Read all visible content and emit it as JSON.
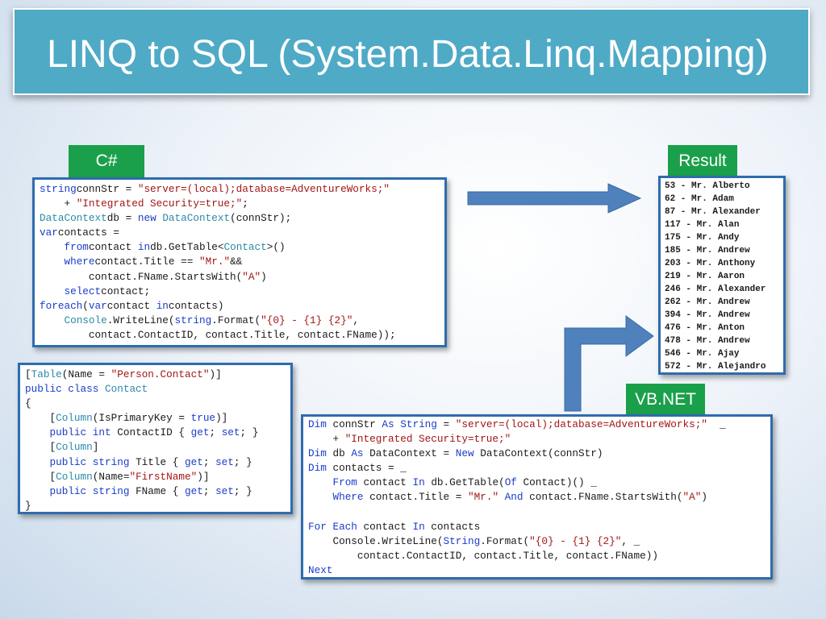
{
  "title": "LINQ to SQL (System.Data.Linq.Mapping)",
  "labels": {
    "csharp": "C#",
    "result": "Result",
    "vbnet": "VB.NET"
  },
  "csharp_code": [
    [
      [
        "kw",
        "string"
      ],
      [
        "",
        "connStr = "
      ],
      [
        "st",
        "\"server=(local);database=AdventureWorks;\""
      ]
    ],
    [
      [
        "",
        "    + "
      ],
      [
        "st",
        "\"Integrated Security=true;\""
      ],
      [
        "",
        ";"
      ]
    ],
    [
      [
        "ty",
        "DataContext"
      ],
      [
        "",
        ""
      ],
      [
        "",
        "db = "
      ],
      [
        "kw",
        "new "
      ],
      [
        "ty",
        "DataContext"
      ],
      [
        "",
        "(connStr);"
      ]
    ],
    [
      [
        "kw",
        "var"
      ],
      [
        "",
        ""
      ],
      [
        "",
        "contacts ="
      ]
    ],
    [
      [
        "",
        "    "
      ],
      [
        "kw",
        "from"
      ],
      [
        "",
        ""
      ],
      [
        "",
        "contact "
      ],
      [
        "kw",
        "in"
      ],
      [
        "",
        ""
      ],
      [
        "",
        "db.GetTable<"
      ],
      [
        "ty",
        "Contact"
      ],
      [
        "",
        ">()"
      ]
    ],
    [
      [
        "",
        "    "
      ],
      [
        "kw",
        "where"
      ],
      [
        "",
        ""
      ],
      [
        "",
        "contact.Title == "
      ],
      [
        "st",
        "\"Mr.\""
      ],
      [
        "",
        ""
      ],
      [
        "",
        "&&"
      ]
    ],
    [
      [
        "",
        "        contact.FName.StartsWith("
      ],
      [
        "st",
        "\"A\""
      ],
      [
        "",
        ")"
      ]
    ],
    [
      [
        "",
        "    "
      ],
      [
        "kw",
        "select"
      ],
      [
        "",
        ""
      ],
      [
        "",
        "contact;"
      ]
    ],
    [
      [
        "kw",
        "foreach"
      ],
      [
        "",
        ""
      ],
      [
        "",
        "("
      ],
      [
        "kw",
        "var"
      ],
      [
        "",
        ""
      ],
      [
        "",
        "contact "
      ],
      [
        "kw",
        "in"
      ],
      [
        "",
        ""
      ],
      [
        "",
        "contacts)"
      ]
    ],
    [
      [
        "",
        "    "
      ],
      [
        "ty",
        "Console"
      ],
      [
        "",
        ".WriteLine("
      ],
      [
        "kw",
        "string"
      ],
      [
        "",
        ".Format("
      ],
      [
        "st",
        "\"{0} - {1} {2}\""
      ],
      [
        "",
        ","
      ]
    ],
    [
      [
        "",
        "        contact.ContactID, contact.Title, contact.FName));"
      ]
    ]
  ],
  "class_code": [
    [
      [
        "",
        "["
      ],
      [
        "ty",
        "Table"
      ],
      [
        "",
        "(Name = "
      ],
      [
        "st",
        "\"Person.Contact\""
      ],
      [
        "",
        ")]"
      ]
    ],
    [
      [
        "kw",
        "public class "
      ],
      [
        "ty",
        "Contact"
      ]
    ],
    [
      [
        "",
        "{"
      ]
    ],
    [
      [
        "",
        "    ["
      ],
      [
        "ty",
        "Column"
      ],
      [
        "",
        "(IsPrimaryKey = "
      ],
      [
        "kw",
        "true"
      ],
      [
        "",
        ")]"
      ]
    ],
    [
      [
        "",
        "    "
      ],
      [
        "kw",
        "public int "
      ],
      [
        "",
        "ContactID { "
      ],
      [
        "kw",
        "get"
      ],
      [
        "",
        "; "
      ],
      [
        "kw",
        "set"
      ],
      [
        "",
        "; }"
      ]
    ],
    [
      [
        "",
        "    ["
      ],
      [
        "ty",
        "Column"
      ],
      [
        "",
        "]"
      ]
    ],
    [
      [
        "",
        "    "
      ],
      [
        "kw",
        "public string "
      ],
      [
        "",
        "Title { "
      ],
      [
        "kw",
        "get"
      ],
      [
        "",
        "; "
      ],
      [
        "kw",
        "set"
      ],
      [
        "",
        "; }"
      ]
    ],
    [
      [
        "",
        "    ["
      ],
      [
        "ty",
        "Column"
      ],
      [
        "",
        "(Name="
      ],
      [
        "st",
        "\"FirstName\""
      ],
      [
        "",
        ")]"
      ]
    ],
    [
      [
        "",
        "    "
      ],
      [
        "kw",
        "public string "
      ],
      [
        "",
        "FName { "
      ],
      [
        "kw",
        "get"
      ],
      [
        "",
        "; "
      ],
      [
        "kw",
        "set"
      ],
      [
        "",
        "; }"
      ]
    ],
    [
      [
        "",
        "}"
      ]
    ]
  ],
  "vb_code": [
    [
      [
        "kw",
        "Dim "
      ],
      [
        "",
        "connStr "
      ],
      [
        "kw",
        "As String "
      ],
      [
        "",
        "= "
      ],
      [
        "st",
        "\"server=(local);database=AdventureWorks;\""
      ],
      [
        "",
        ""
      ],
      [
        "",
        ""
      ],
      [
        "",
        ""
      ],
      [
        "",
        ""
      ],
      [
        "",
        "  _"
      ]
    ],
    [
      [
        "",
        "    + "
      ],
      [
        "st",
        "\"Integrated Security=true;\""
      ]
    ],
    [
      [
        "kw",
        "Dim "
      ],
      [
        "",
        "db "
      ],
      [
        "kw",
        "As "
      ],
      [
        "",
        "DataContext = "
      ],
      [
        "kw",
        "New "
      ],
      [
        "",
        "DataContext(connStr)"
      ]
    ],
    [
      [
        "kw",
        "Dim "
      ],
      [
        "",
        "contacts = _"
      ]
    ],
    [
      [
        "",
        "    "
      ],
      [
        "kw",
        "From "
      ],
      [
        "",
        "contact "
      ],
      [
        "kw",
        "In "
      ],
      [
        "",
        "db.GetTable("
      ],
      [
        "kw",
        "Of "
      ],
      [
        "",
        "Contact)() _"
      ]
    ],
    [
      [
        "",
        "    "
      ],
      [
        "kw",
        "Where "
      ],
      [
        "",
        "contact.Title = "
      ],
      [
        "st",
        "\"Mr.\" "
      ],
      [
        "kw",
        "And "
      ],
      [
        "",
        "contact.FName.StartsWith("
      ],
      [
        "st",
        "\"A\""
      ],
      [
        "",
        ")"
      ]
    ],
    [
      [
        "",
        ""
      ]
    ],
    [
      [
        "kw",
        "For Each "
      ],
      [
        "",
        "contact "
      ],
      [
        "kw",
        "In "
      ],
      [
        "",
        "contacts"
      ]
    ],
    [
      [
        "",
        "    Console.WriteLine("
      ],
      [
        "kw",
        "String"
      ],
      [
        "",
        ".Format("
      ],
      [
        "st",
        "\"{0} - {1} {2}\""
      ],
      [
        "",
        ", _"
      ]
    ],
    [
      [
        "",
        "        contact.ContactID, contact.Title, contact.FName))"
      ]
    ],
    [
      [
        "kw",
        "Next"
      ]
    ]
  ],
  "results": [
    "53 - Mr. Alberto",
    "62 - Mr. Adam",
    "87 - Mr. Alexander",
    "117 - Mr. Alan",
    "175 - Mr. Andy",
    "185 - Mr. Andrew",
    "203 - Mr. Anthony",
    "219 - Mr. Aaron",
    "246 - Mr. Alexander",
    "262 - Mr. Andrew",
    "394 - Mr. Andrew",
    "476 - Mr. Anton",
    "478 - Mr. Andrew",
    "546 - Mr. Ajay",
    "572 - Mr. Alejandro"
  ],
  "colors": {
    "keyword": "#1a3cc8",
    "type": "#2a8aa8",
    "string": "#a31515",
    "accent": "#4faac6",
    "tag": "#1aa04a",
    "border": "#2f6cad",
    "arrow": "#4f81bd"
  }
}
